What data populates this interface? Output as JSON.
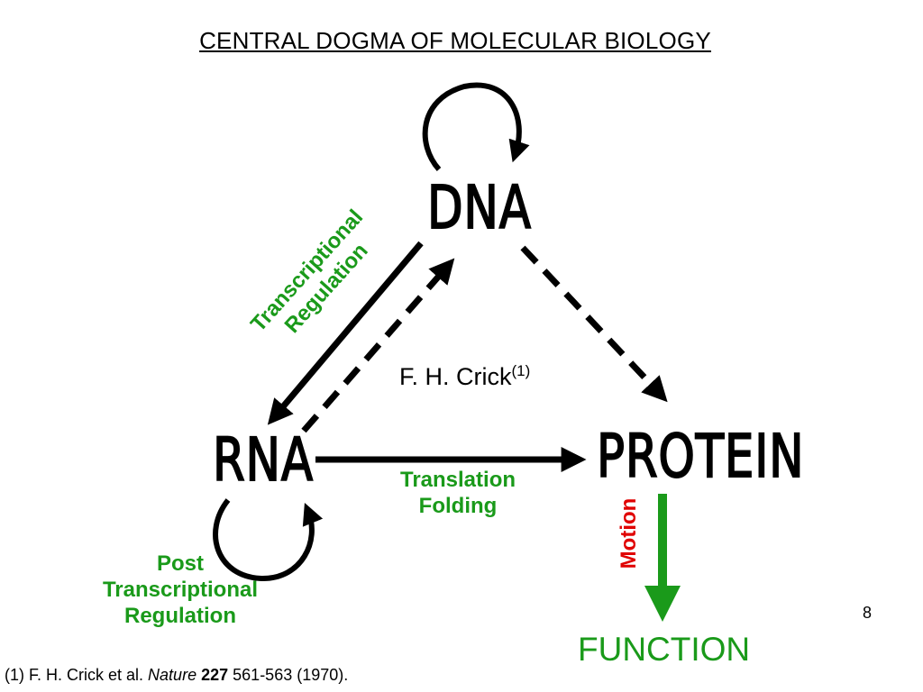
{
  "title": "CENTRAL DOGMA OF MOLECULAR BIOLOGY",
  "nodes": {
    "dna": "DNA",
    "rna": "RNA",
    "protein": "PROTEIN"
  },
  "labels": {
    "transcriptional_line1": "Transcriptional",
    "transcriptional_line2": "Regulation",
    "translation": "Translation",
    "folding": "Folding",
    "post_line1": "Post",
    "post_line2": "Transcriptional",
    "post_line3": "Regulation",
    "motion": "Motion",
    "function": "FUNCTION"
  },
  "attribution": {
    "name": "F. H. Crick",
    "ref": "(1)"
  },
  "page_number": "8",
  "footnote": {
    "prefix": "(1) F. H. Crick et al.",
    "journal": "Nature",
    "volume": "227",
    "pages": "561-563 (1970)."
  },
  "colors": {
    "green": "#1a9a1a",
    "red": "#e00000",
    "arrow": "#000000"
  }
}
